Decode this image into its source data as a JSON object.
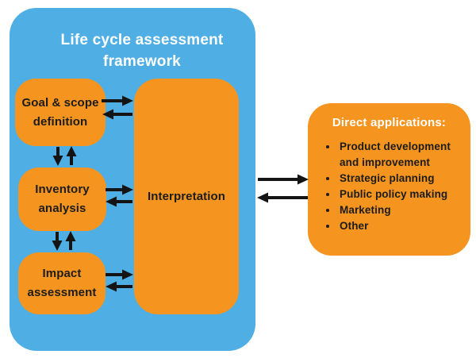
{
  "colors": {
    "blue": "#4FAFE5",
    "orange": "#F5941F",
    "arrow": "#141414",
    "text_dark": "#1C1C1C",
    "text_light": "#FFFFFF"
  },
  "framework": {
    "title": "Life cycle assessment\nframework",
    "boxes": [
      {
        "id": "goal-scope",
        "label": "Goal & scope\ndefinition"
      },
      {
        "id": "inventory",
        "label": "Inventory\nanalysis"
      },
      {
        "id": "impact",
        "label": "Impact\nassessment"
      },
      {
        "id": "interpretation",
        "label": "Interpretation"
      }
    ]
  },
  "applications": {
    "title": "Direct applications:",
    "items": [
      "Product development and improvement",
      "Strategic planning",
      "Public policy making",
      "Marketing",
      "Other"
    ]
  }
}
